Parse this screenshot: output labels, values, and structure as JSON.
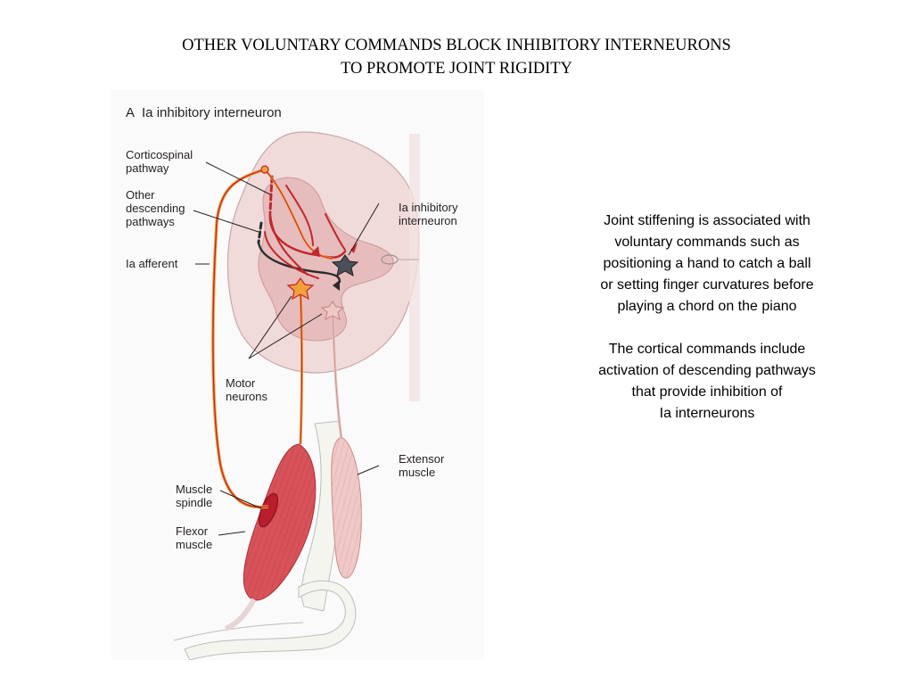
{
  "slide": {
    "title_lines": [
      "OTHER VOLUNTARY COMMANDS BLOCK INHIBITORY  INTERNEURONS",
      "TO PROMOTE JOINT RIGIDITY"
    ]
  },
  "figure": {
    "panel_letter": "A",
    "panel_title": "Ia inhibitory interneuron",
    "labels": {
      "corticospinal": [
        "Corticospinal",
        "pathway"
      ],
      "other_descending": [
        "Other",
        "descending",
        "pathways"
      ],
      "ia_afferent": [
        "Ia afferent"
      ],
      "ia_inhibitory": [
        "Ia inhibitory",
        "interneuron"
      ],
      "motor_neurons": [
        "Motor",
        "neurons"
      ],
      "extensor": [
        "Extensor",
        "muscle"
      ],
      "spindle": [
        "Muscle",
        "spindle"
      ],
      "flexor": [
        "Flexor",
        "muscle"
      ]
    },
    "colors": {
      "spinal_cord": "#f1dada",
      "gray_matter": "#e6bcbc",
      "pathway_red": "#c1272d",
      "pathway_dark": "#2b2b2b",
      "ia_afferent_line": "#f2a13a",
      "flexor_muscle": "#d9525a",
      "extensor_muscle": "#f0c9c7",
      "bone": "#f5f5f0"
    }
  },
  "text_block": {
    "paragraph_1": [
      "Joint stiffening is associated with",
      "voluntary commands such as",
      "positioning a hand to catch a ball",
      "or setting finger curvatures before",
      "playing a chord on the piano"
    ],
    "paragraph_2": [
      "The cortical commands include",
      "activation of descending pathways",
      "that provide inhibition of",
      "Ia interneurons"
    ]
  }
}
